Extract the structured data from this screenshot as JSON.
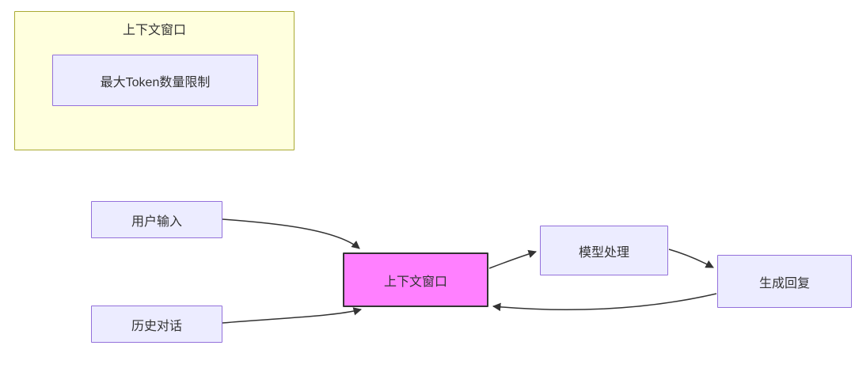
{
  "diagram": {
    "subgraph": {
      "title": "上下文窗口",
      "node": "最大Token数量限制"
    },
    "nodes": {
      "user_input": "用户输入",
      "history": "历史对话",
      "context_window": "上下文窗口",
      "model_process": "模型处理",
      "generate_reply": "生成回复"
    },
    "edges": [
      {
        "from": "用户输入",
        "to": "上下文窗口"
      },
      {
        "from": "历史对话",
        "to": "上下文窗口"
      },
      {
        "from": "上下文窗口",
        "to": "模型处理"
      },
      {
        "from": "模型处理",
        "to": "生成回复"
      },
      {
        "from": "生成回复",
        "to": "上下文窗口"
      }
    ],
    "colors": {
      "subgraph_bg": "#ffffde",
      "subgraph_border": "#aaaa33",
      "node_bg": "#ececff",
      "node_border": "#9370db",
      "highlight_bg": "#ff80ff",
      "highlight_border": "#333333",
      "edge": "#333333",
      "background": "#ffffff"
    }
  }
}
